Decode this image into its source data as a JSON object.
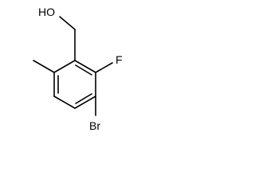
{
  "molecule": {
    "atoms": {
      "hydroxyl": "HO",
      "fluoro": "F",
      "bromo": "Br"
    }
  },
  "colors": {
    "background": "#ffffff",
    "ink": "#000000"
  }
}
